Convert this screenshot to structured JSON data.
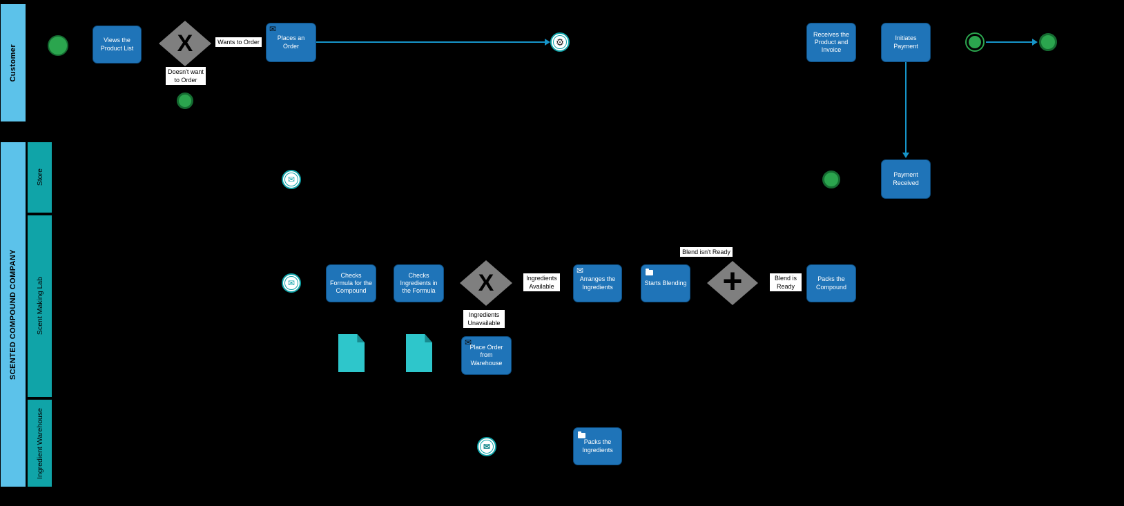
{
  "diagram": {
    "type": "bpmn-swimlane-flowchart",
    "background": "#000000"
  },
  "colors": {
    "pool_label_bg": "#5CC2EA",
    "lane_label_bg": "#10A4A8",
    "task_fill": "#1F74B8",
    "task_text": "#FFFFFF",
    "gateway_fill": "#7F7F7F",
    "gateway_symbol": "#000000",
    "event_green": "#2BA54E",
    "event_teal": "#0FA3A8",
    "document_fill": "#2EC6CB",
    "connector": "#1695C9",
    "flow_label_bg": "#FFFFFF",
    "flow_label_text": "#000000"
  },
  "icons": {
    "message_glyph": "✉",
    "gear_glyph": "⚙"
  },
  "pools": [
    {
      "label": "Customer",
      "lanes": []
    },
    {
      "label": "SCENTED COMPOUND COMPANY",
      "lanes": [
        {
          "label": "Store"
        },
        {
          "label": "Scent Making Lab"
        },
        {
          "label": "Ingredient Warehouse"
        }
      ]
    }
  ],
  "tasks": [
    {
      "label": "Views the Product List",
      "lane": "Customer",
      "icon": null
    },
    {
      "label": "Places an Order",
      "lane": "Customer",
      "icon": "message-icon"
    },
    {
      "label": "Receives the Product and Invoice",
      "lane": "Customer",
      "icon": null
    },
    {
      "label": "Initiates Payment",
      "lane": "Customer",
      "icon": null
    },
    {
      "label": "Payment Received",
      "lane": "Store",
      "icon": null
    },
    {
      "label": "Checks Formula for the Compound",
      "lane": "Scent Making Lab",
      "icon": null
    },
    {
      "label": "Checks Ingredients in the Formula",
      "lane": "Scent Making Lab",
      "icon": null
    },
    {
      "label": "Arranges the Ingredients",
      "lane": "Scent Making Lab",
      "icon": "message-icon"
    },
    {
      "label": "Starts Blending",
      "lane": "Scent Making Lab",
      "icon": "folder-icon"
    },
    {
      "label": "Packs the Compound",
      "lane": "Scent Making Lab",
      "icon": null
    },
    {
      "label": "Place Order from Warehouse",
      "lane": "Scent Making Lab",
      "icon": "message-icon"
    },
    {
      "label": "Packs the Ingredients",
      "lane": "Ingredient Warehouse",
      "icon": "folder-icon"
    }
  ],
  "gateways": [
    {
      "symbol": "X",
      "type": "exclusive",
      "lane": "Customer"
    },
    {
      "symbol": "X",
      "type": "exclusive",
      "lane": "Scent Making Lab"
    },
    {
      "symbol": "+",
      "type": "parallel",
      "lane": "Scent Making Lab"
    }
  ],
  "events": [
    {
      "name": "start-event",
      "type": "start",
      "lane": "Customer"
    },
    {
      "name": "end-event-no-order",
      "type": "end",
      "lane": "Customer"
    },
    {
      "name": "gear-intermediate-event",
      "type": "intermediate-gear",
      "lane": "Customer"
    },
    {
      "name": "intermediate-event-payment",
      "type": "intermediate",
      "lane": "Customer"
    },
    {
      "name": "end-event-customer",
      "type": "end",
      "lane": "Customer"
    },
    {
      "name": "message-event-store",
      "type": "message",
      "lane": "Store"
    },
    {
      "name": "end-event-store",
      "type": "end",
      "lane": "Store"
    },
    {
      "name": "message-event-lab",
      "type": "message",
      "lane": "Scent Making Lab"
    },
    {
      "name": "message-event-warehouse",
      "type": "message",
      "lane": "Ingredient Warehouse"
    }
  ],
  "documents": [
    {
      "type": "document"
    },
    {
      "type": "document"
    }
  ],
  "flow_labels": [
    {
      "text": "Wants to Order"
    },
    {
      "text": "Doesn't want to Order"
    },
    {
      "text": "Ingredients Available"
    },
    {
      "text": "Ingredients Unavailable"
    },
    {
      "text": "Blend isn't Ready"
    },
    {
      "text": "Blend is Ready"
    }
  ]
}
